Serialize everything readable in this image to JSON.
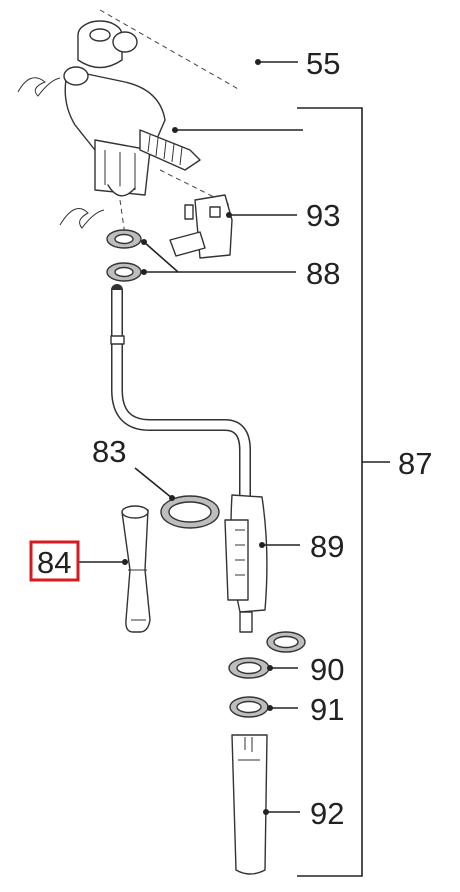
{
  "callouts": {
    "c55": "55",
    "c87": "87",
    "c93": "93",
    "c88": "88",
    "c83": "83",
    "c84": "84",
    "c89": "89",
    "c90": "90",
    "c91": "91",
    "c92": "92"
  },
  "highlight": {
    "part": "84",
    "color": "#d71920"
  }
}
